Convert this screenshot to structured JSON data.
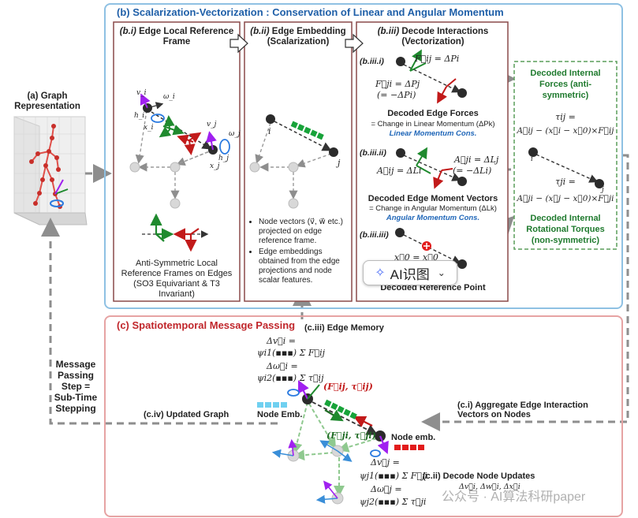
{
  "panel_a": {
    "label": "(a) Graph Representation"
  },
  "panel_b": {
    "title": "(b) Scalarization-Vectorization : Conservation of Linear and Angular Momentum",
    "bi": {
      "tag": "(b.i)",
      "header": "Edge Local Reference Frame",
      "caption": "Anti-Symmetric Local Reference Frames on Edges (SO3 Equivariant & T3 Invariant)",
      "labels": [
        "h_i",
        "h_j",
        "v_i",
        "ω_i",
        "x_i",
        "v_j",
        "ω_j",
        "x_j"
      ]
    },
    "bii": {
      "tag": "(b.ii)",
      "header": "Edge Embedding (Scalarization)",
      "node_labels": [
        "i",
        "j"
      ],
      "bullets": [
        "Node vectors (v⃗, w⃗ etc.) projected on edge reference frame.",
        "Edge embeddings obtained from the edge projections and node scalar features."
      ]
    },
    "biii": {
      "tag": "(b.iii)",
      "header": "Decode Interactions (Vectorization)",
      "sub1": "(b.iii.i)",
      "eq1a": "F⃗ij = ΔPi",
      "eq1b": "F⃗ji = ΔPj",
      "eq1c": "(= −ΔPi)",
      "forces_title": "Decoded Edge Forces",
      "forces_desc": "= Change in Linear Momentum (ΔPk)",
      "forces_cons": "Linear Momentum Cons.",
      "sub2": "(b.iii.ii)",
      "eq2a": "A⃗ij = ΔLi",
      "eq2b": "A⃗ji = ΔLj",
      "eq2c": "(= −ΔLi)",
      "moment_title": "Decoded Edge Moment Vectors",
      "moment_desc": "= Change in Angular Momentum (ΔLk)",
      "moment_cons": "Angular Momentum Cons.",
      "sub3": "(b.iii.iii)",
      "eq3": "x⃗0 = x⃗0",
      "ref_title": "Decoded Reference Point"
    },
    "decoded": {
      "forces_title": "Decoded Internal Forces (anti-symmetric)",
      "tau_ij_lhs": "τij =",
      "tau_ij_rhs": "A⃗ij − (x⃗i − x⃗0)×F⃗ij",
      "tau_ji_lhs": "τji =",
      "tau_ji_rhs": "A⃗ji − (x⃗j − x⃗0)×F⃗ji",
      "node_i": "i",
      "node_j": "j",
      "torques_title": "Decoded Internal Rotational Torques (non-symmetric)"
    }
  },
  "panel_c": {
    "title": "(c) Spatiotemporal Message Passing",
    "ciii": "(c.iii) Edge Memory",
    "dv_lhs": "Δv⃗i =",
    "dv_rhs": "ψi1(▪▪▪) Σ F⃗ij",
    "dw_lhs": "Δω⃗i =",
    "dw_rhs": "ψi2(▪▪▪) Σ τ⃗ij",
    "ftau_ij": "(F⃗ij, τ⃗ij)",
    "ftau_ji": "(F⃗ji, τ⃗ji)",
    "node_emb_left": "Node Emb.",
    "node_emb_right": "Node emb.",
    "civ": "(c.iv) Updated Graph",
    "ci": "(c.i) Aggregate Edge Interaction Vectors on Nodes",
    "dvj_lhs": "Δv⃗j =",
    "dvj_rhs": "ψj1(▪▪▪) Σ F⃗ji",
    "dwj_lhs": "Δω⃗j =",
    "dwj_rhs": "ψj2(▪▪▪) Σ τ⃗ji",
    "cii": "(c.ii) Decode Node Updates",
    "cii_sub": "Δv⃗i, Δw⃗i, Δx⃗i"
  },
  "left_note": "Message Passing Step = Sub-Time Stepping",
  "badge": {
    "text": "AI识图",
    "icon": "sparkle-icon",
    "chevron": "chevron-down-icon"
  },
  "watermark": "公众号 · AI算法科研paper",
  "colors": {
    "blue": "#1f5fa8",
    "red": "#c0262b",
    "green": "#1f7a2e",
    "emb_green": "#18a33a",
    "emb_red": "#e21b1b",
    "emb_cyan": "#6fd0f0"
  }
}
